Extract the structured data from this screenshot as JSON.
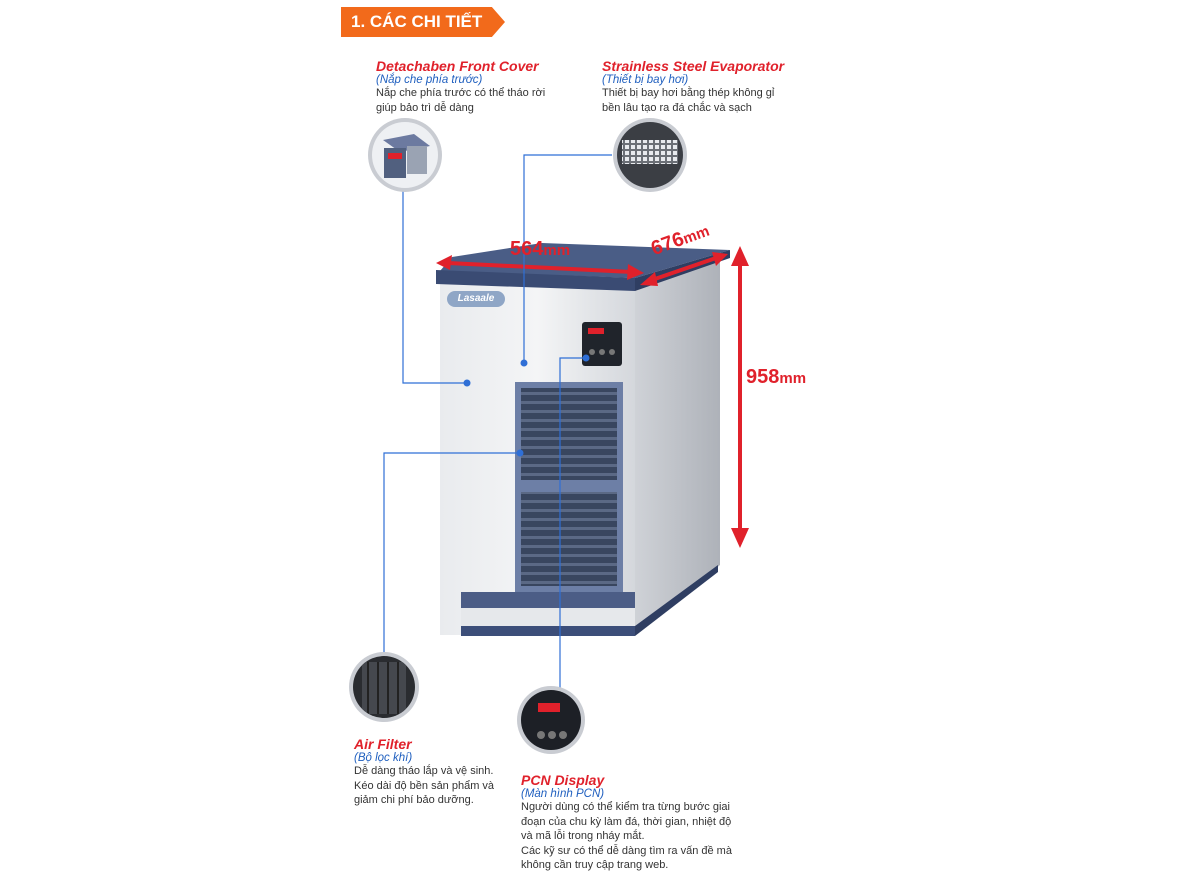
{
  "section": {
    "heading": "1. CÁC CHI TIẾT"
  },
  "brand": {
    "logo_text": "Lasaale"
  },
  "features": [
    {
      "title": "Detachaben Front Cover",
      "subtitle": "(Nắp che phía trước)",
      "description": [
        "Nắp che phía trước có thể tháo rời",
        "giúp bảo trì dễ dàng"
      ]
    },
    {
      "title": "Strainless Steel Evaporator",
      "subtitle": "(Thiết bị bay hơi)",
      "description": [
        "Thiết bị bay hơi bằng thép không gỉ",
        "bền lâu tạo ra đá chắc và sạch"
      ]
    },
    {
      "title": "Air Filter",
      "subtitle": "(Bộ lọc khí)",
      "description": [
        "Dễ dàng tháo lắp và vệ sinh.",
        "Kéo dài độ bền sản phẩm và",
        "giảm chi phí bảo dưỡng."
      ]
    },
    {
      "title": "PCN Display",
      "subtitle": "(Màn hình PCN)",
      "description": [
        "Người dùng có thể kiểm tra từng bước giai",
        "đoạn của chu kỳ làm đá, thời gian, nhiệt độ",
        "và mã lỗi trong nháy mắt.",
        "Các kỹ sư có thể dễ dàng tìm ra vấn đề mà",
        "không cần truy cập trang web."
      ]
    }
  ],
  "dimensions": {
    "width": {
      "value": "564",
      "unit": "mm"
    },
    "depth": {
      "value": "676",
      "unit": "mm"
    },
    "height": {
      "value": "958",
      "unit": "mm"
    }
  },
  "colors": {
    "accent_orange": "#f26a1b",
    "title_red": "#e0212b",
    "subtitle_blue": "#1f5fbf",
    "leader_blue": "#2f6fd6",
    "panel_navy": "#3c4e79"
  }
}
